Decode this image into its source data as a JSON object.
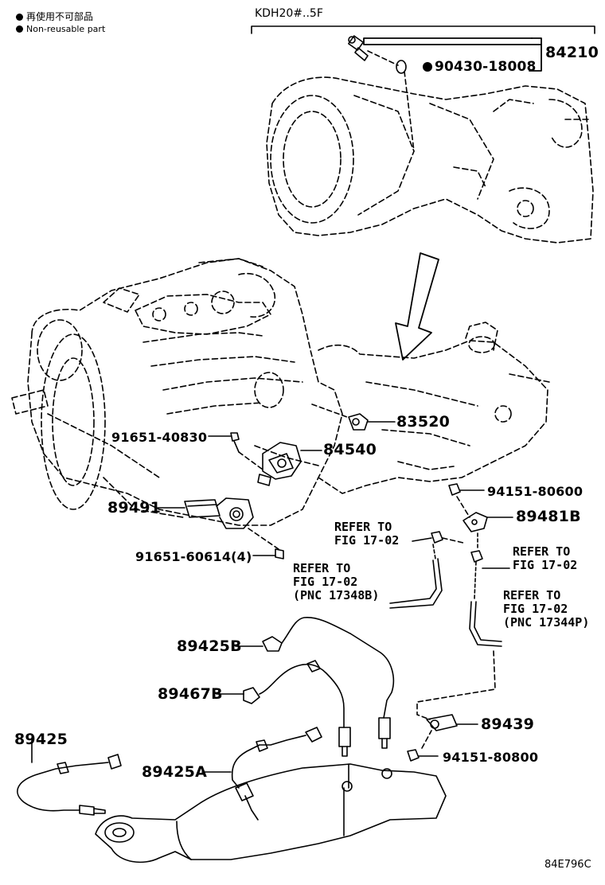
{
  "legend": {
    "line1": "再使用不可部品",
    "line2": "Non-reusable part"
  },
  "variant_label": "KDH20#..5F",
  "callouts": {
    "p84210": "84210",
    "p90430": "90430-18008",
    "p83520": "83520",
    "p91651_40830": "91651-40830",
    "p84540": "84540",
    "p94151_80600": "94151-80600",
    "p89491": "89491",
    "p89481B": "89481B",
    "p91651_60614": "91651-60614(4)",
    "p89425B": "89425B",
    "p89467B": "89467B",
    "p89439": "89439",
    "p94151_80800": "94151-80800",
    "p89425": "89425",
    "p89425A": "89425A"
  },
  "refers": {
    "r1": {
      "l1": "REFER TO",
      "l2": "FIG 17-02"
    },
    "r2": {
      "l1": "REFER TO",
      "l2": "FIG 17-02"
    },
    "r3": {
      "l1": "REFER TO",
      "l2": "FIG 17-02",
      "l3": "(PNC 17348B)"
    },
    "r4": {
      "l1": "REFER TO",
      "l2": "FIG 17-02",
      "l3": "(PNC 17344P)"
    }
  },
  "figure_code": "84E796C"
}
